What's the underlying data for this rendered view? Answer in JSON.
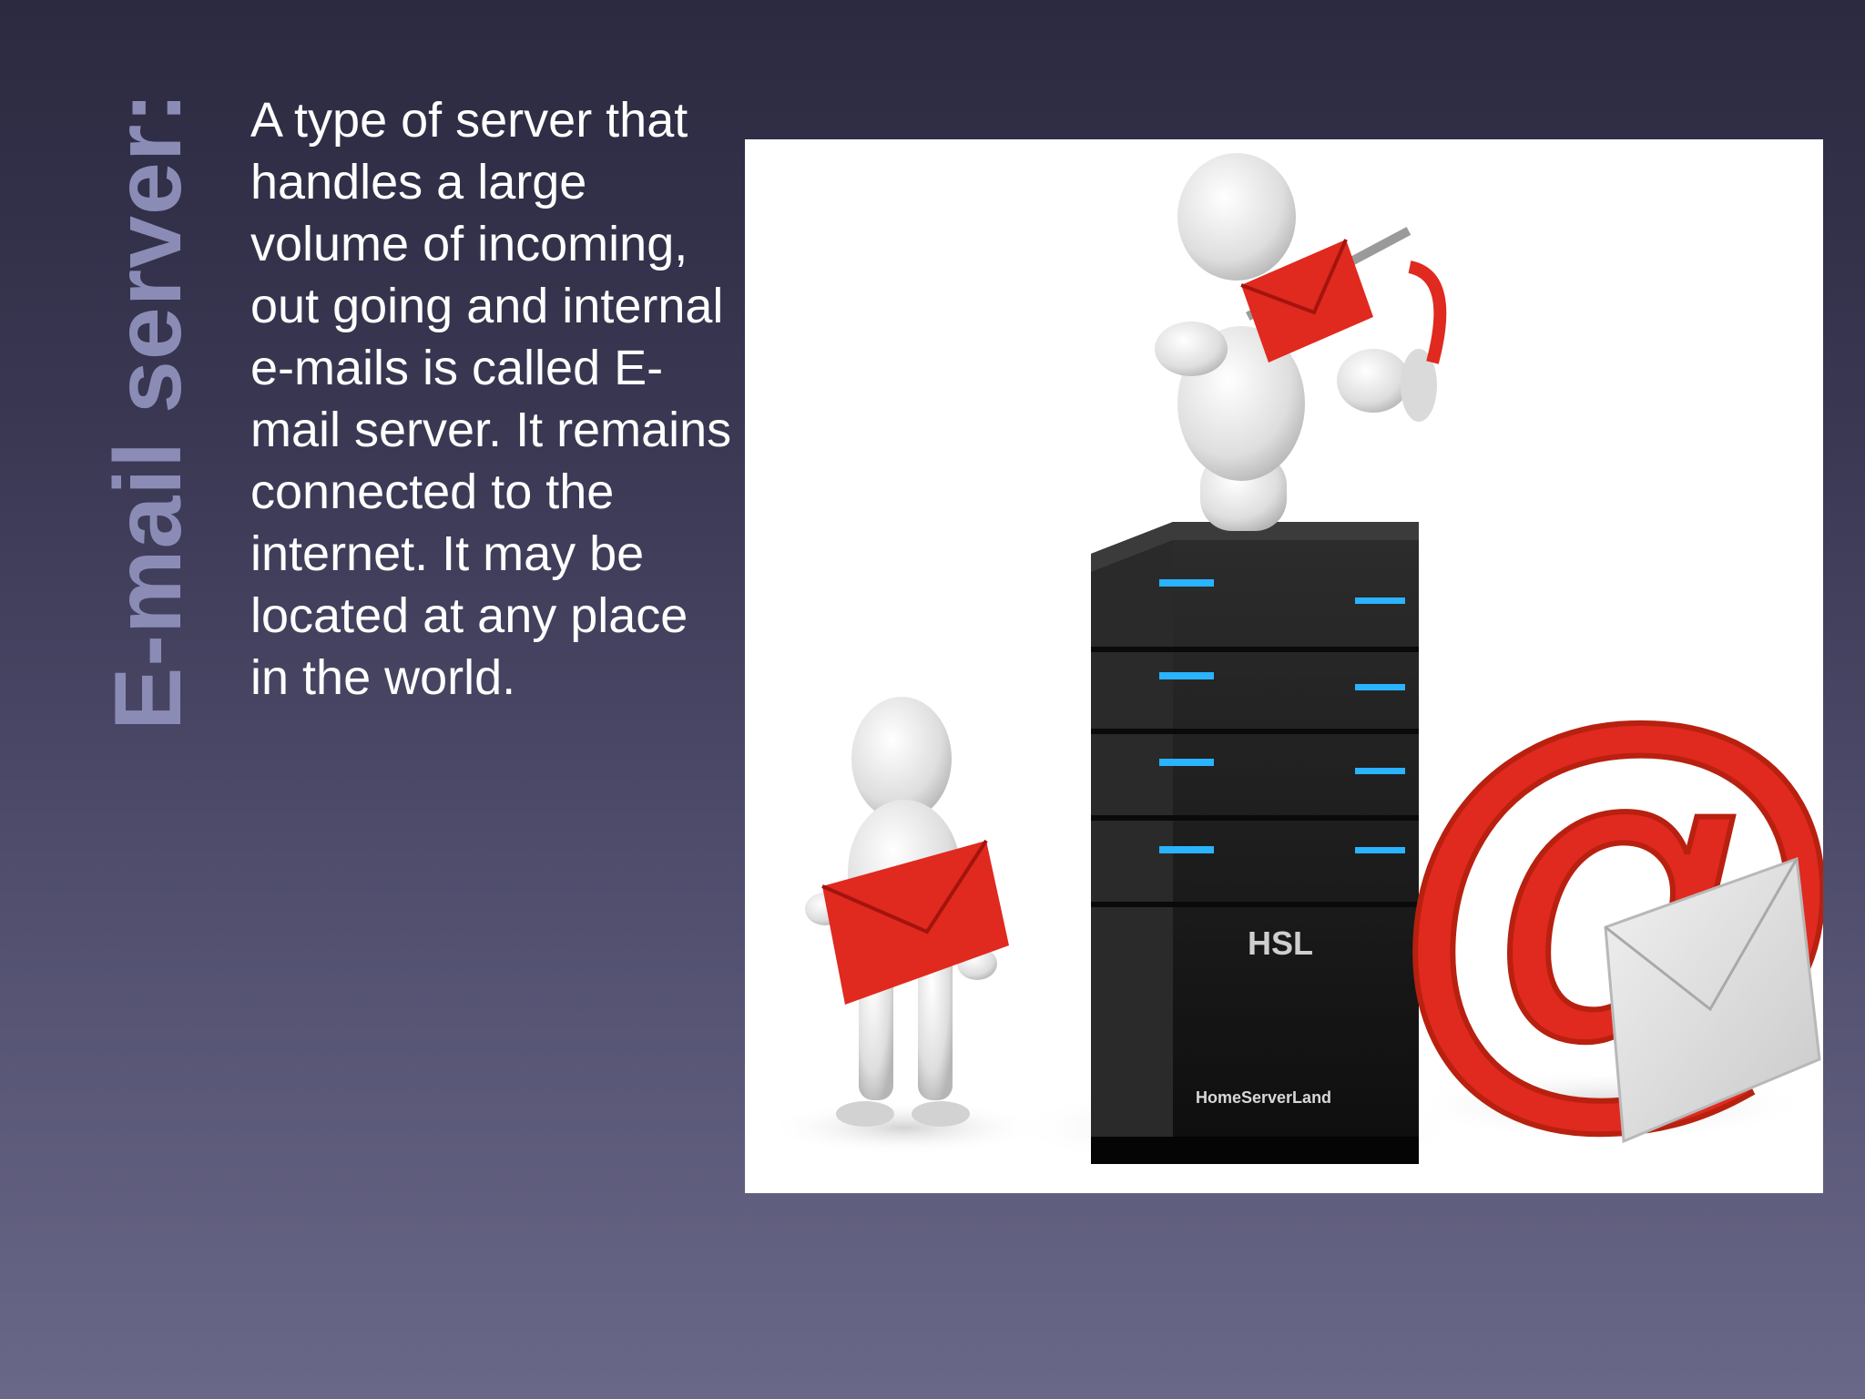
{
  "slide": {
    "title": "E-mail server:",
    "body": "A type of server that handles a large volume of incoming, out going and internal e-mails is called E-mail server. It remains connected to the internet. It may be located at any place in the world.",
    "image": {
      "server_logo": "HSL",
      "server_brand": "HomeServerLand",
      "at_symbol": "@"
    }
  },
  "colors": {
    "background_top": "#2c2a40",
    "background_bottom": "#6a6888",
    "title": "#8b8cb6",
    "body_text": "#ffffff",
    "accent_red": "#e0291f"
  }
}
